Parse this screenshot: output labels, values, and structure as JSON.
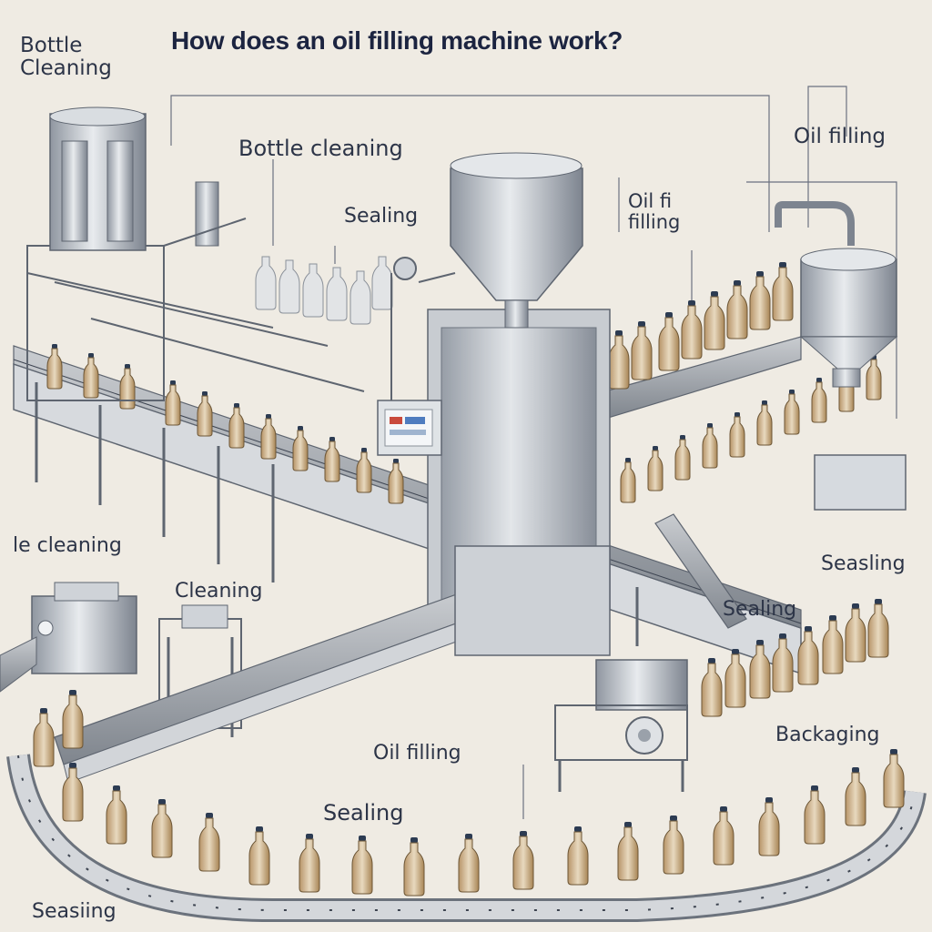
{
  "title": "How does an oil filling machine work?",
  "labels": {
    "top_left": "Bottle\nCleaning",
    "bottle_cleaning": "Bottle cleaning",
    "sealing_upper": "Sealing",
    "oil_filling_garbled": "Oil fi\nfilling",
    "oil_filling_right": "Oil filling",
    "cleaning_left": "le cleaning",
    "cleaning_mid": "Cleaning",
    "seasling_right": "Seasling",
    "sealing_mid_right": "Sealing",
    "packaging": "Backaging",
    "oil_filling_bottom": "Oil filling",
    "sealing_bottom": "Sealing",
    "seasiing_bottom_left": "Seasiing"
  },
  "colors": {
    "text": "#2c3447",
    "title": "#1c2440",
    "background": "#efebe3",
    "steel": "#c8ccd1",
    "oil": "#d9c3a0",
    "cap": "#2c3b52"
  }
}
